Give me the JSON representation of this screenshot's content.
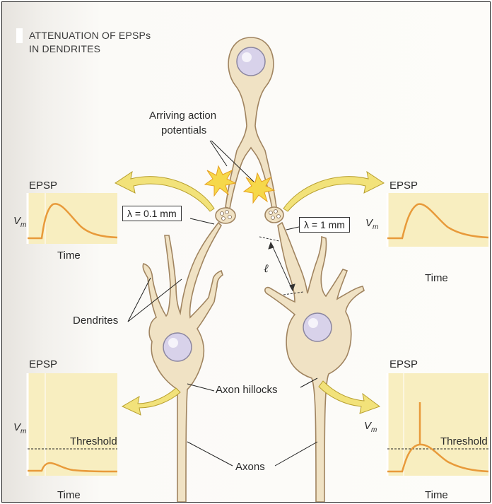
{
  "title": {
    "line1": "ATTENUATION OF EPSPs",
    "line2": "IN DENDRITES"
  },
  "labels": {
    "arriving": "Arriving action",
    "arriving2": "potentials",
    "dendrites": "Dendrites",
    "hillocks": "Axon hillocks",
    "axons": "Axons",
    "ell": "ℓ"
  },
  "lambda_left": "λ = 0.1 mm",
  "lambda_right": "λ = 1 mm",
  "panels": {
    "top_left": {
      "title": "EPSP",
      "y": "V",
      "ysub": "m",
      "x": "Time"
    },
    "top_right": {
      "title": "EPSP",
      "y": "V",
      "ysub": "m",
      "x": "Time"
    },
    "bot_left": {
      "title": "EPSP",
      "y": "V",
      "ysub": "m",
      "x": "Time",
      "threshold": "Threshold"
    },
    "bot_right": {
      "title": "EPSP",
      "y": "V",
      "ysub": "m",
      "x": "Time",
      "threshold": "Threshold"
    }
  },
  "colors": {
    "panel": "#f8eec0",
    "trace": "#e89a3a",
    "cell": "#f0e2c4",
    "outline": "#a08460",
    "arrow": "#f2e27a",
    "nucleus": "#d8d2ea"
  }
}
